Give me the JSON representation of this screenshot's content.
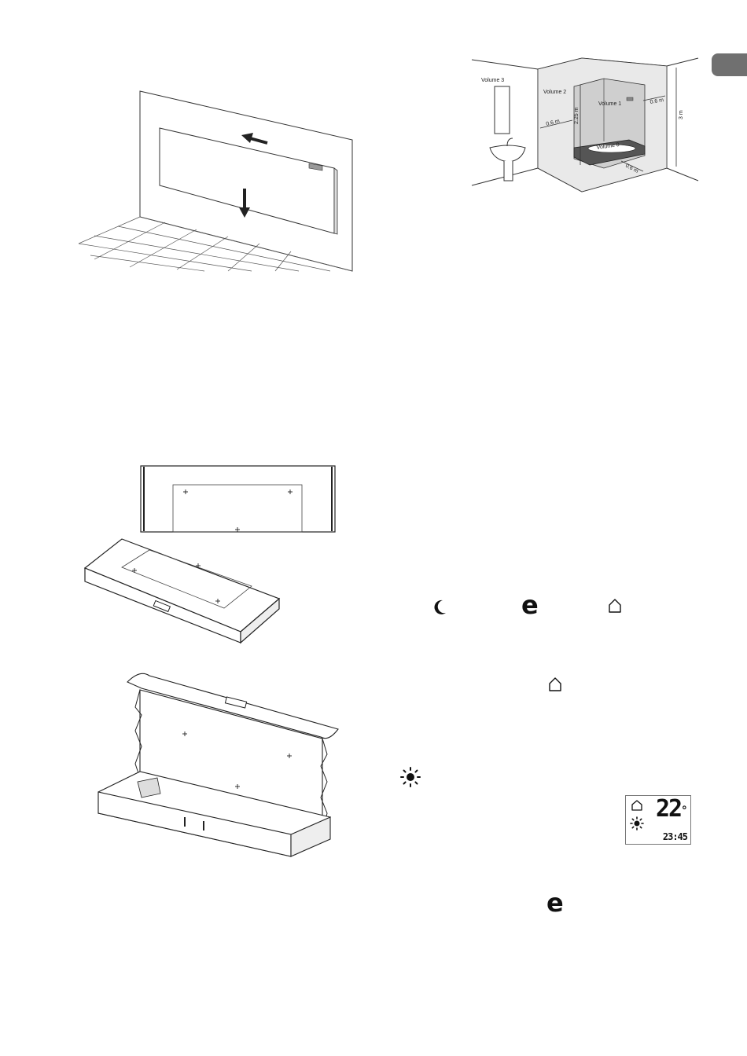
{
  "bathroom": {
    "volume3": "Volume 3",
    "volume2": "Volume 2",
    "volume1": "Volume 1",
    "volume0": "Volume 0",
    "dim_left": "0.6 m",
    "dim_height_inner": "2.25 m",
    "dim_right": "0.6 m",
    "dim_height": "3 m",
    "dim_floor": "0.6 m"
  },
  "display": {
    "temperature": "22",
    "degree": "°",
    "time": "23:45"
  },
  "icons": {
    "eco_letter_1": "e",
    "eco_letter_2": "e"
  }
}
